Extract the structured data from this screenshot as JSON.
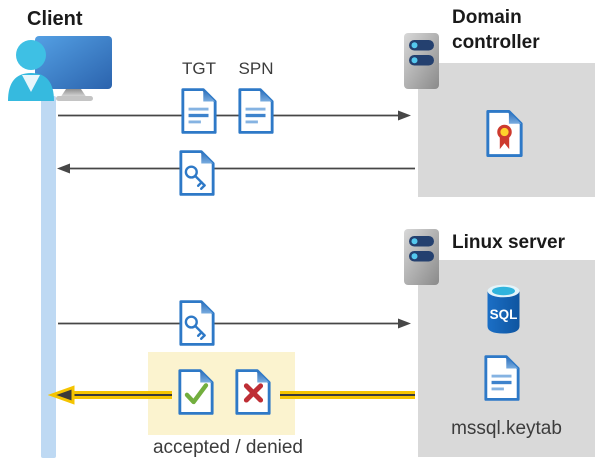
{
  "client": {
    "label": "Client"
  },
  "domain_controller": {
    "label": "Domain controller"
  },
  "linux_server": {
    "label": "Linux server",
    "sql_badge": "SQL",
    "keytab_file": "mssql.keytab"
  },
  "flow": {
    "tgt_label": "TGT",
    "spn_label": "SPN",
    "result_label": "accepted / denied"
  },
  "icons": {
    "client": "user-at-computer-icon",
    "domain_controller": "server-icon",
    "linux_server": "server-icon",
    "tgt": "document-icon",
    "spn": "document-icon",
    "session_key": "key-document-icon",
    "certificate": "certificate-document-icon",
    "database": "sql-database-icon",
    "keytab": "document-icon",
    "accepted": "check-document-icon",
    "denied": "cross-document-icon"
  },
  "colors": {
    "doc_blue": "#2E79C7",
    "panel_gray": "#D9D9D9",
    "highlight_yellow": "#FBF3CF",
    "arrow_dark": "#474747",
    "arrow_accent_yellow": "#F5C400",
    "accepted_green": "#72AE3E",
    "denied_red": "#BE2E35",
    "lifeline_blue": "#BED9F3"
  }
}
